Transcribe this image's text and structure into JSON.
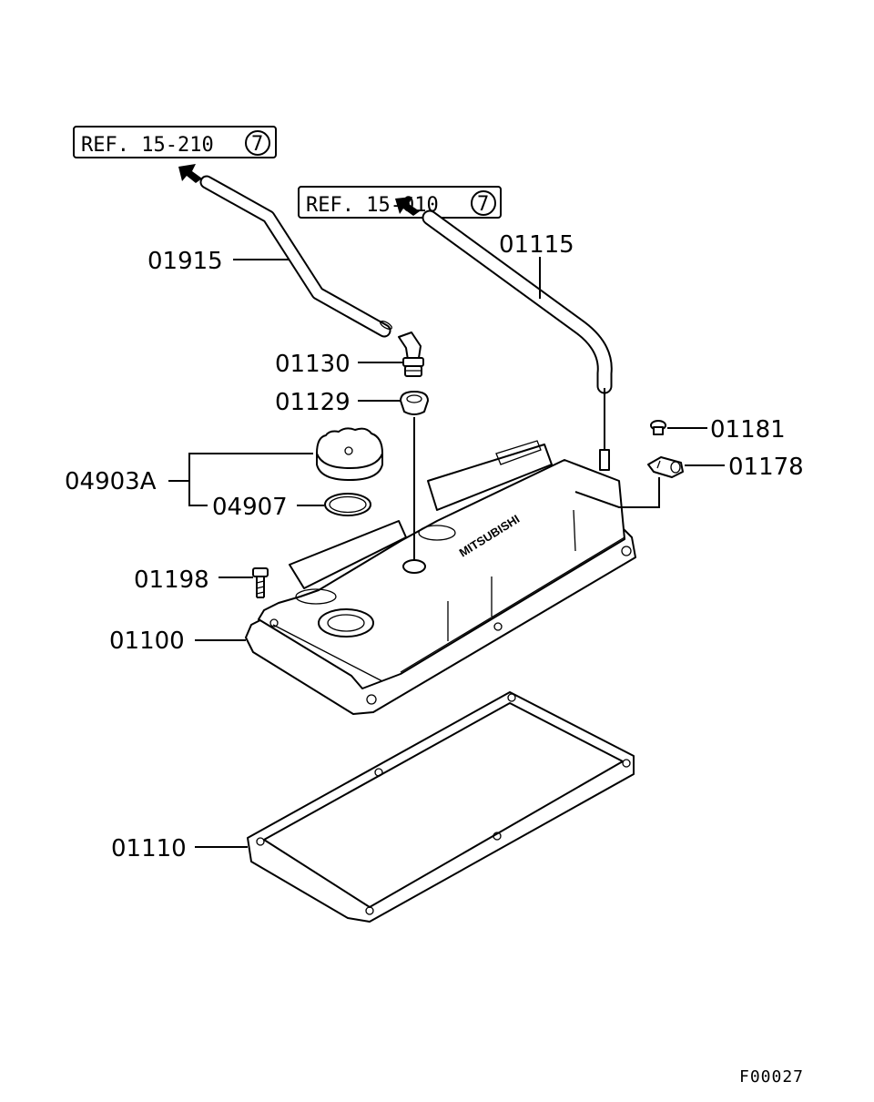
{
  "diagram_code": "F00027",
  "references": [
    {
      "id": "ref-1",
      "text": "REF. 15-210",
      "circled": "7"
    },
    {
      "id": "ref-2",
      "text": "REF. 15-010",
      "circled": "7"
    }
  ],
  "logo_text": "MITSUBISHI",
  "parts": {
    "p01915": "01915",
    "p01115": "01115",
    "p01130": "01130",
    "p01129": "01129",
    "p01181": "01181",
    "p01178": "01178",
    "p04903A": "04903A",
    "p04907": "04907",
    "p01198": "01198",
    "p01100": "01100",
    "p01110": "01110"
  }
}
